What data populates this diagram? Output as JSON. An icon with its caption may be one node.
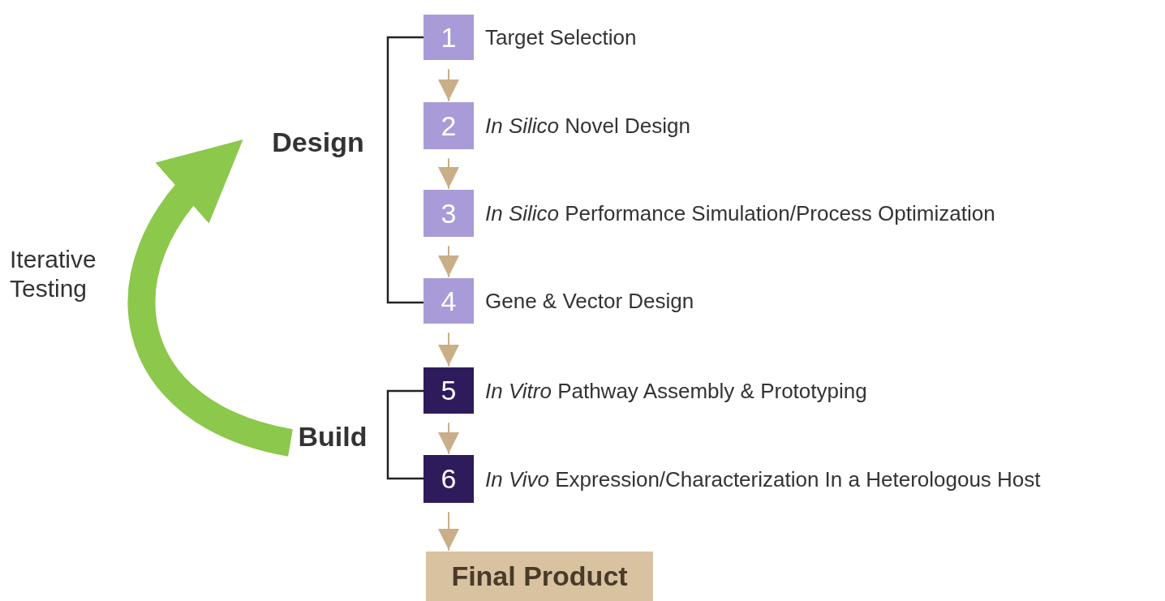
{
  "diagram": {
    "nodes": [
      {
        "text": [
          "1"
        ],
        "beside": [
          "Target Selection"
        ]
      },
      {
        "text": [
          "2"
        ],
        "beside": [
          "*In Silico* Novel Design"
        ]
      },
      {
        "text": [
          "3"
        ],
        "beside": [
          "*In Silico* Performance Simulation/Process Optimization"
        ]
      },
      {
        "text": [
          "4"
        ],
        "beside": [
          "Gene & Vector Design"
        ]
      },
      {
        "text": [
          "5"
        ],
        "beside": [
          "*In Vitro* Pathway Assembly & Prototyping"
        ]
      },
      {
        "text": [
          "6"
        ],
        "beside": [
          "*In Vivo* Expression/Characterization In a Heterologous Host"
        ]
      },
      {
        "text": [
          "Final Product"
        ]
      },
      {
        "text": [
          "Design"
        ]
      },
      {
        "text": [
          "Build"
        ]
      }
    ],
    "edges": [
      {
        "from": 0,
        "to": 1,
        "arrow": "to"
      },
      {
        "from": 1,
        "to": 2,
        "arrow": "to"
      },
      {
        "from": 2,
        "to": 3,
        "arrow": "to"
      },
      {
        "from": 3,
        "to": 4,
        "arrow": "to"
      },
      {
        "from": 4,
        "to": 5,
        "arrow": "to"
      },
      {
        "from": 5,
        "to": 6,
        "arrow": "to"
      },
      {
        "from": 8,
        "to": 7,
        "arrow": "to",
        "style": "thick",
        "color": "#8cc84b"
      }
    ],
    "labels": [
      "Iterative Testing"
    ]
  }
}
